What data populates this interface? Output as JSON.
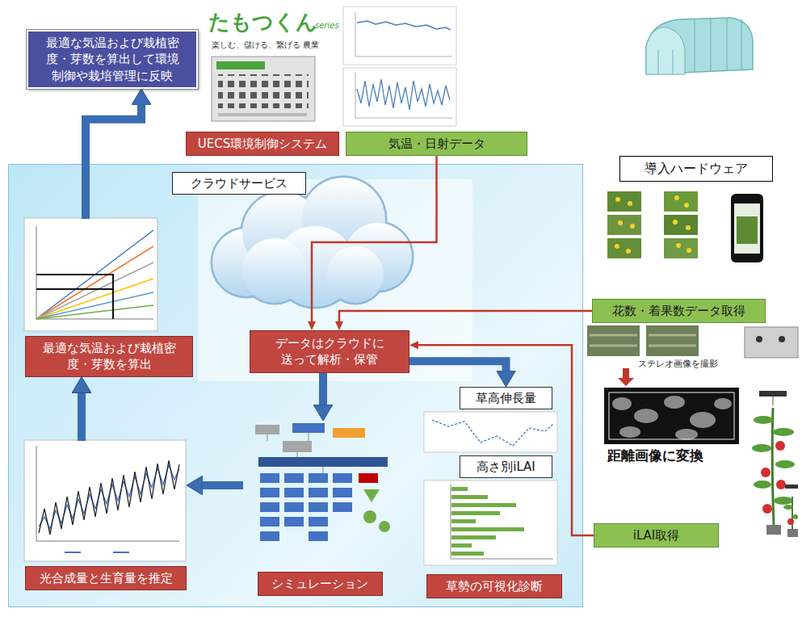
{
  "diagram": {
    "nodes": [
      {
        "text": [
          "最適な気温および栽植密度・芽数を算出して環境制御や栽培管理に反映"
        ]
      },
      {
        "text": [
          "UECS環境制御システム"
        ]
      },
      {
        "text": [
          "気温・日射データ"
        ]
      },
      {
        "text": [
          "クラウドサービス"
        ]
      },
      {
        "text": [
          "最適な気温および栽植密度・芽数を算出"
        ],
        "in": 3
      },
      {
        "text": [
          "データはクラウドに送って解析・保管"
        ],
        "in": 3
      },
      {
        "text": [
          "光合成量と生育量を推定"
        ],
        "in": 3
      },
      {
        "text": [
          "シミュレーション"
        ],
        "in": 3
      },
      {
        "text": [
          "草高伸長量"
        ],
        "in": 3
      },
      {
        "text": [
          "高さ別iLAI"
        ],
        "in": 3
      },
      {
        "text": [
          "草勢の可視化診断"
        ],
        "in": 3
      },
      {
        "text": [
          "導入ハードウェア"
        ]
      },
      {
        "text": [
          "花数・着果数データ取得"
        ]
      },
      {
        "text": [
          "iLAI取得"
        ]
      }
    ],
    "edges": [
      {
        "from": 2,
        "to": 5,
        "arrow": "to"
      },
      {
        "from": 12,
        "to": 5,
        "arrow": "to"
      },
      {
        "from": 13,
        "to": 5,
        "arrow": "to"
      },
      {
        "from": 5,
        "to": 7,
        "arrow": "to"
      },
      {
        "from": 5,
        "to": 8,
        "arrow": "to"
      },
      {
        "from": 7,
        "to": 6,
        "arrow": "to"
      },
      {
        "from": 6,
        "to": 4,
        "arrow": "to"
      },
      {
        "from": 4,
        "to": 0,
        "arrow": "to"
      }
    ],
    "labels": [
      "たもつくん",
      "series",
      "楽しむ、儲ける、繋げる 農業",
      "ステレオ画像を撮影",
      "距離画像に変換"
    ]
  }
}
